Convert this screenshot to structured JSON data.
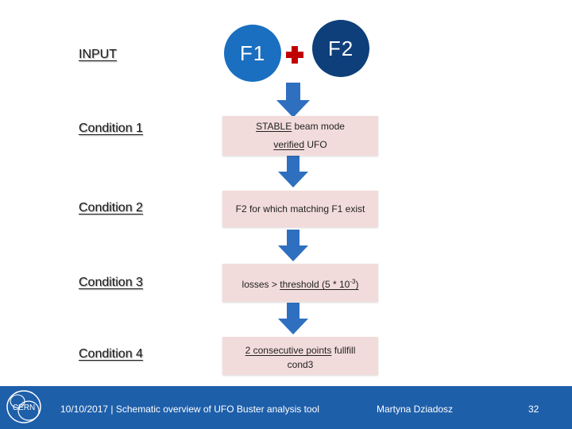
{
  "labels": {
    "input": "INPUT",
    "condition1": "Condition 1",
    "condition2": "Condition 2",
    "condition3": "Condition 3",
    "condition4": "Condition 4"
  },
  "circles": {
    "f1": "F1",
    "f2": "F2",
    "f1_color": "#1a6fc0",
    "f2_color": "#0e3f7a"
  },
  "plus_color": "#c00000",
  "arrow_color": "#2f6fc0",
  "box_color": "#f2dcdb",
  "boxes": {
    "box1": {
      "line1_underlined": "STABLE",
      "line1_rest": " beam mode",
      "line2_underlined": "verified",
      "line2_rest": " UFO"
    },
    "box2": {
      "text": "F2 for which matching F1 exist"
    },
    "box3": {
      "prefix": "losses > ",
      "threshold": "threshold (5 * 10",
      "exponent": "-3",
      "suffix": ")"
    },
    "box4": {
      "line1_underlined": "2 consecutive points",
      "line1_rest": " fullfill",
      "line2": "cond3"
    }
  },
  "footer": {
    "left": "10/10/2017 | Schematic overview of UFO Buster analysis tool",
    "author": "Martyna Dziadosz",
    "page": "32",
    "logo_text": "CERN",
    "color": "#1e5faa"
  }
}
